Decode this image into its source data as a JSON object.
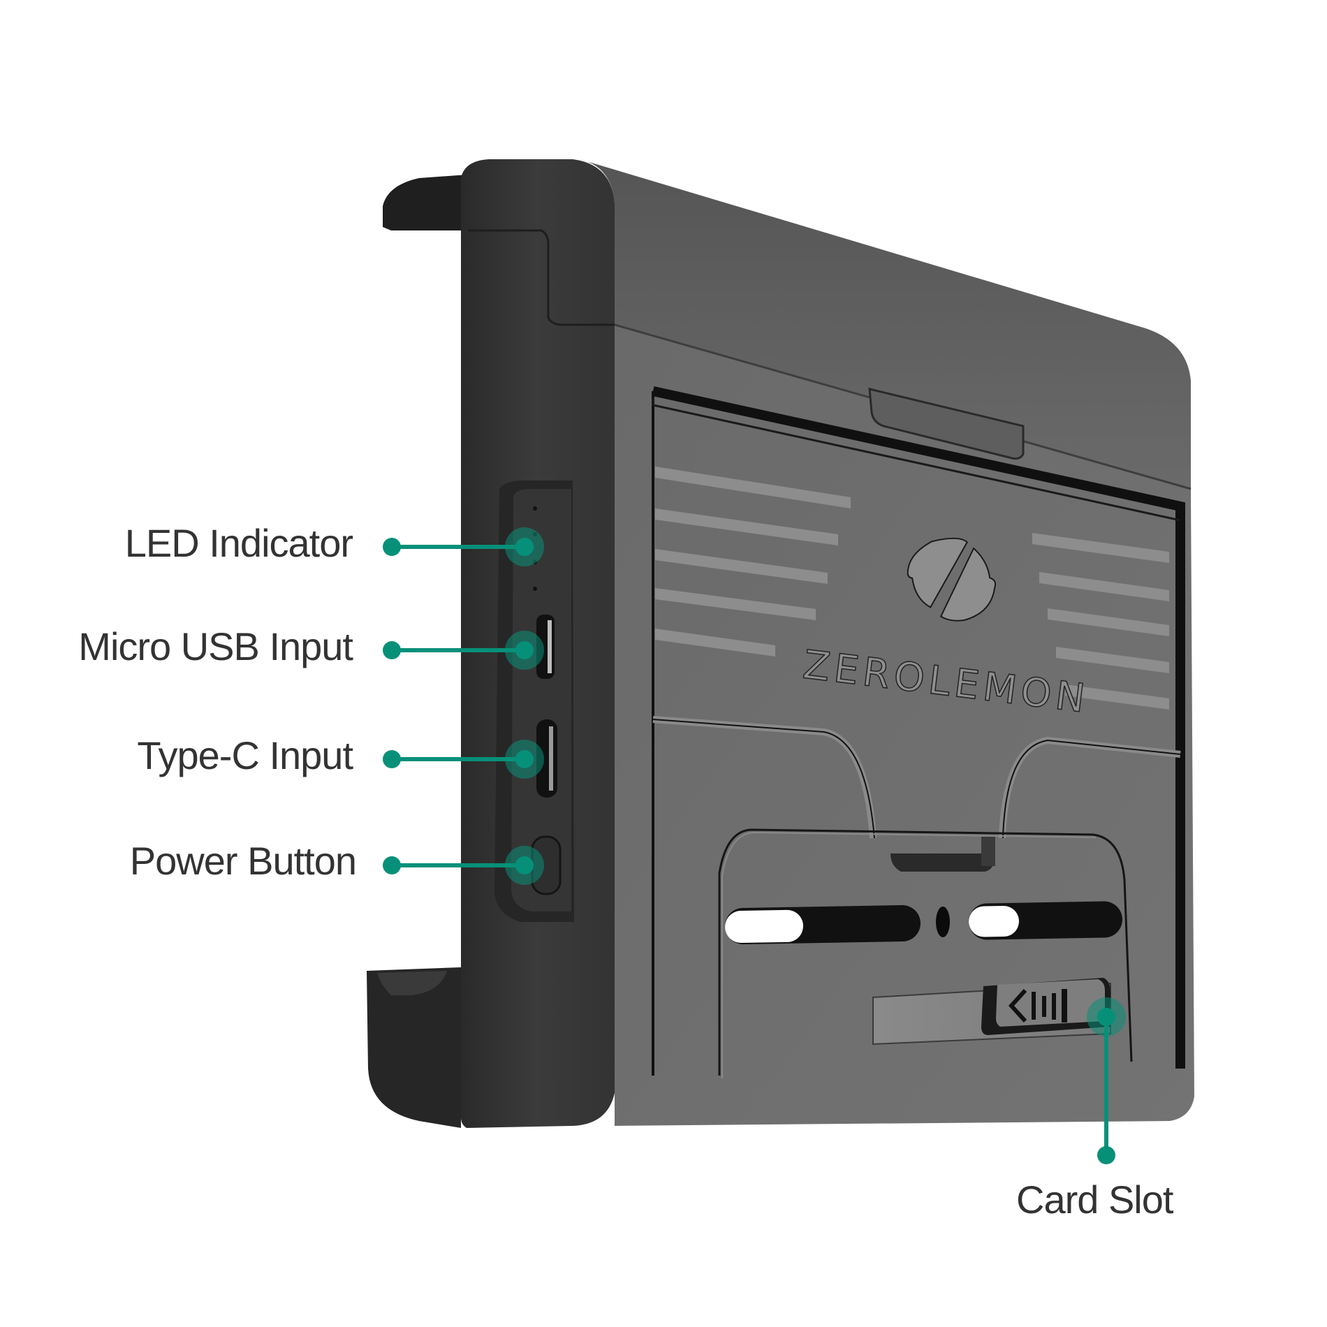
{
  "product": {
    "brand_logo_text": "ZEROLEMON",
    "colors": {
      "accent": "#079079",
      "label_text": "#333333",
      "body_dark": "#3a3a3a",
      "face_gray": "#6e6e6e",
      "background": "#ffffff"
    }
  },
  "callouts": [
    {
      "id": "led",
      "label": "LED Indicator",
      "icon": "led-indicator-icon"
    },
    {
      "id": "micro_usb",
      "label": "Micro USB Input",
      "icon": "micro-usb-port-icon"
    },
    {
      "id": "type_c",
      "label": "Type-C Input",
      "icon": "usb-c-port-icon"
    },
    {
      "id": "power",
      "label": "Power Button",
      "icon": "power-button-icon"
    },
    {
      "id": "card_slot",
      "label": "Card Slot",
      "icon": "card-slot-icon"
    }
  ]
}
